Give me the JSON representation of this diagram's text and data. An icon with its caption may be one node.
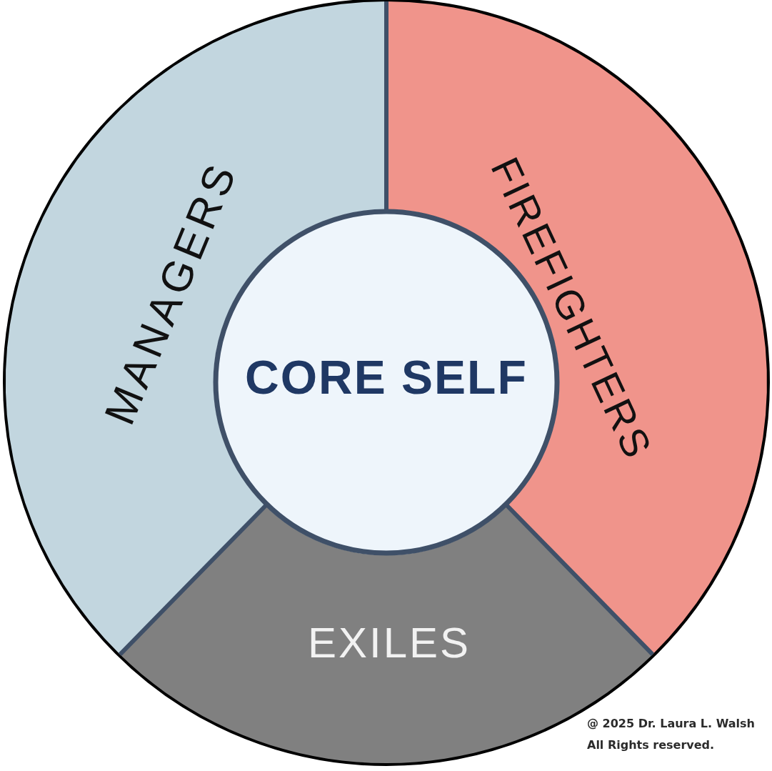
{
  "diagram": {
    "nodes": [
      {
        "text": [
          "MANAGERS"
        ]
      },
      {
        "text": [
          "FIREFIGHTERS"
        ]
      },
      {
        "text": [
          "EXILES"
        ]
      },
      {
        "text": [
          "CORE SELF"
        ]
      }
    ],
    "labels": [
      "@ 2025 Dr. Laura L. Walsh",
      "All Rights reserved."
    ]
  }
}
